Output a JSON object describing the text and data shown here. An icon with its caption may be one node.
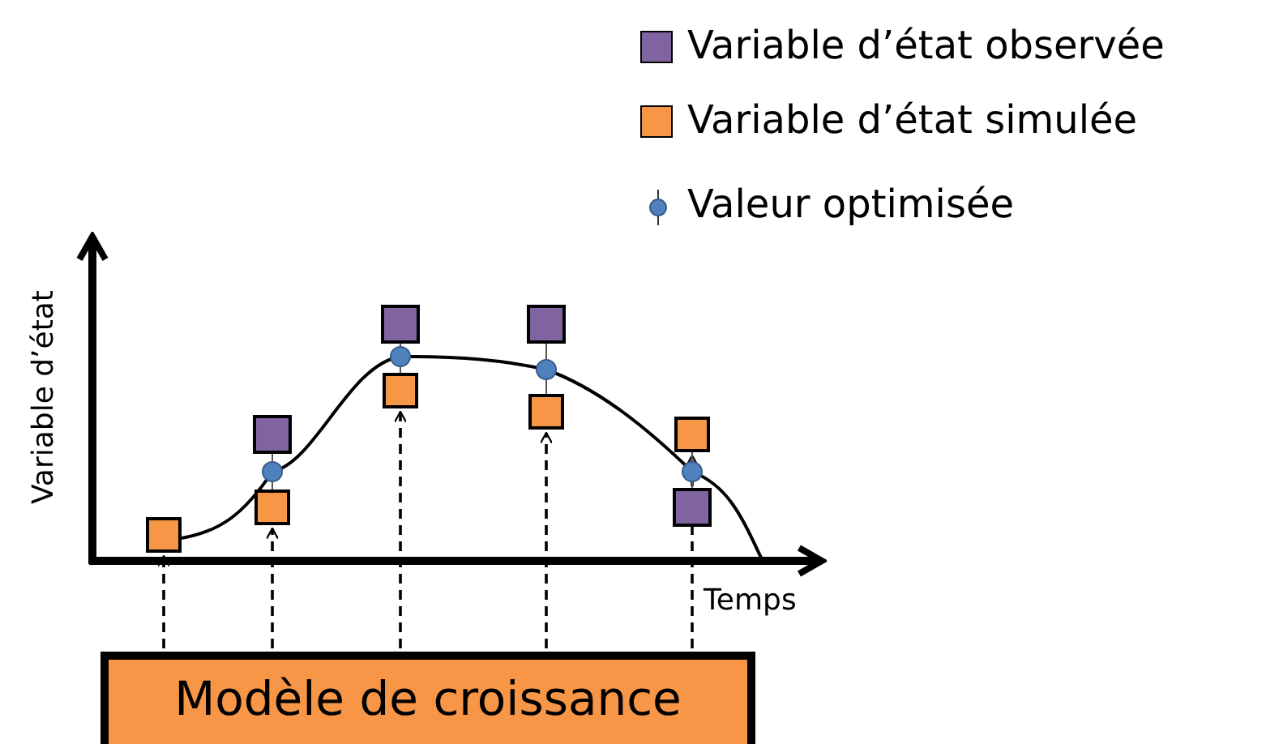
{
  "diagram": {
    "nodes": [
      {
        "text": [],
        "shape": "box"
      },
      {
        "text": [],
        "shape": "box"
      },
      {
        "text": [],
        "shape": "box"
      },
      {
        "text": [],
        "shape": "box"
      },
      {
        "text": [],
        "shape": "box"
      },
      {
        "text": [
          "Modèle de croissance"
        ]
      }
    ],
    "edges": [
      {
        "from": 5,
        "to": 0,
        "arrow": "to",
        "style": "dashed"
      },
      {
        "from": 5,
        "to": 1,
        "arrow": "to",
        "style": "dashed"
      },
      {
        "from": 5,
        "to": 2,
        "arrow": "to",
        "style": "dashed"
      },
      {
        "from": 5,
        "to": 3,
        "arrow": "to",
        "style": "dashed"
      },
      {
        "from": 5,
        "to": 4,
        "arrow": "to",
        "style": "dashed"
      }
    ],
    "labels": [
      "Variable d’état",
      "Temps"
    ],
    "legend": [
      {
        "text": "Variable d’état observée",
        "color": "#8064a2"
      },
      {
        "text": "Variable d’état simulée",
        "color": "#f79646"
      },
      {
        "text": "Valeur optimisée"
      }
    ]
  }
}
